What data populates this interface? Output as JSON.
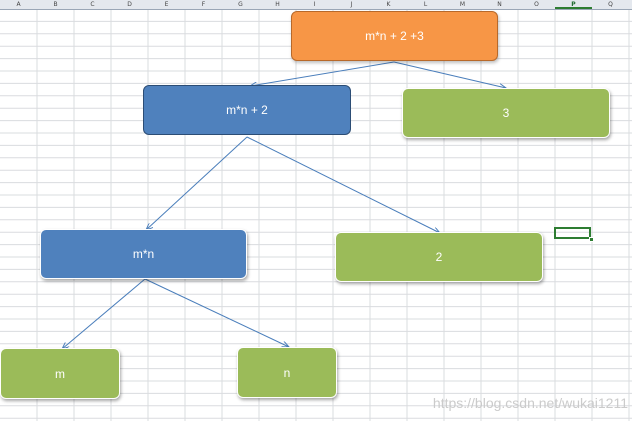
{
  "columns": [
    "A",
    "B",
    "C",
    "D",
    "E",
    "F",
    "G",
    "H",
    "I",
    "J",
    "K",
    "L",
    "M",
    "N",
    "O",
    "P",
    "Q"
  ],
  "active_column": "P",
  "tree": {
    "root": "m*n + 2 +3",
    "level1_left": "m*n + 2",
    "level1_right": "3",
    "level2_left": "m*n",
    "level2_right": "2",
    "level3_left": "m",
    "level3_right": "n"
  },
  "colors": {
    "orange": "#f79646",
    "blue": "#4f81bd",
    "green": "#9bbb59",
    "arrow": "#4a7ebb",
    "selection": "#2e7d32"
  },
  "watermark": "https://blog.csdn.net/wukai1211"
}
